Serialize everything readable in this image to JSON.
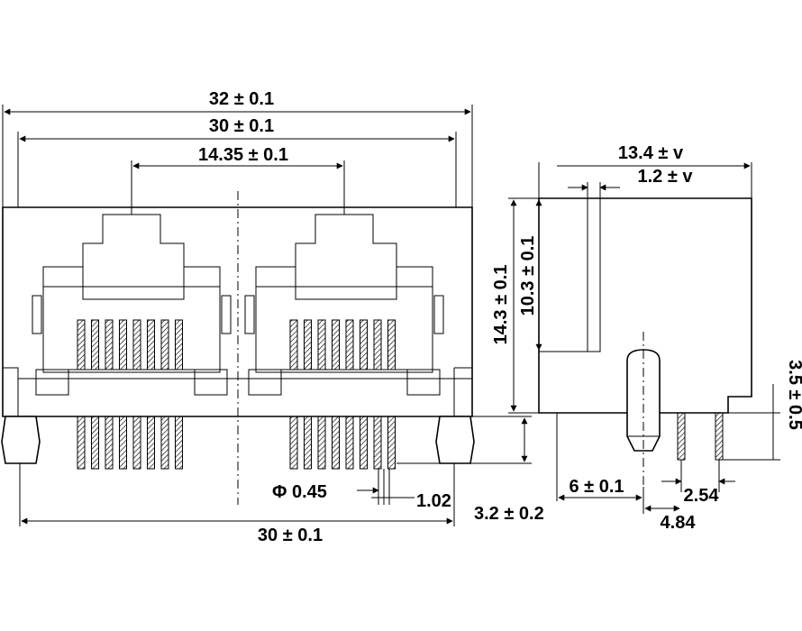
{
  "front_view": {
    "overall_width": "32 ± 0.1",
    "housing_width": "30 ± 0.1",
    "port_pitch": "14.35 ± 0.1",
    "peg_spacing": "30 ± 0.1",
    "pin_diameter": "Φ 0.45",
    "pin_pitch": "1.02",
    "pin_length": "3.2 ± 0.2"
  },
  "side_view": {
    "depth": "13.4 ± v",
    "shield_thickness": "1.2 ± v",
    "height": "14.3 ± 0.1",
    "tab_height": "10.3 ± 0.1",
    "peg_length": "3.5 ± 0.5",
    "peg_offset": "6 ± 0.1",
    "pin_row_spacing": "2.54",
    "pin_offset": "4.84"
  }
}
